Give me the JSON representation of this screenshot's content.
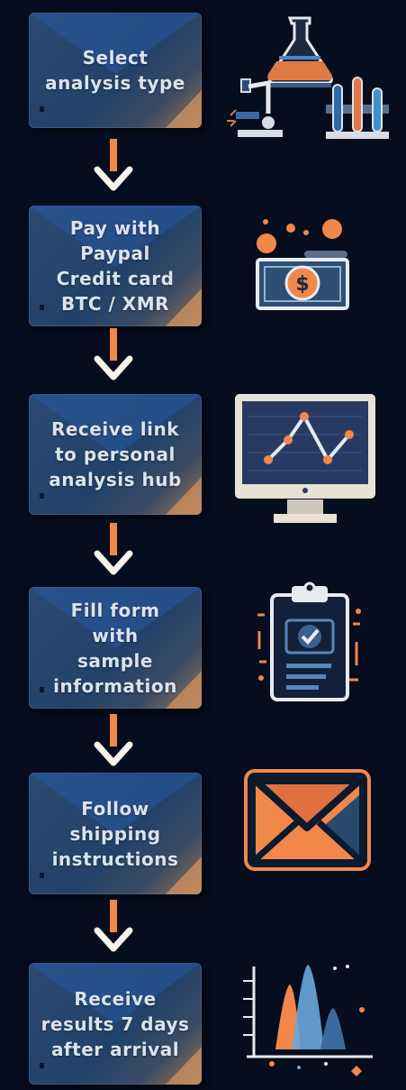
{
  "steps": [
    {
      "label": "Select\nanalysis type"
    },
    {
      "label": "Pay with\nPaypal\nCredit card\nBTC / XMR"
    },
    {
      "label": "Receive link\nto personal\nanalysis hub"
    },
    {
      "label": "Fill form\nwith\nsample\ninformation"
    },
    {
      "label": "Follow\nshipping\ninstructions"
    },
    {
      "label": "Receive\nresults 7 days\nafter arrival"
    }
  ],
  "icons": [
    "lab-glassware-icon",
    "money-icon",
    "monitor-chart-icon",
    "clipboard-check-icon",
    "envelope-icon",
    "spectrum-chart-icon"
  ],
  "colors": {
    "background": "#050d1e",
    "accent": "#f2874a",
    "panel": "#22426a",
    "text": "#dbe3ee"
  }
}
